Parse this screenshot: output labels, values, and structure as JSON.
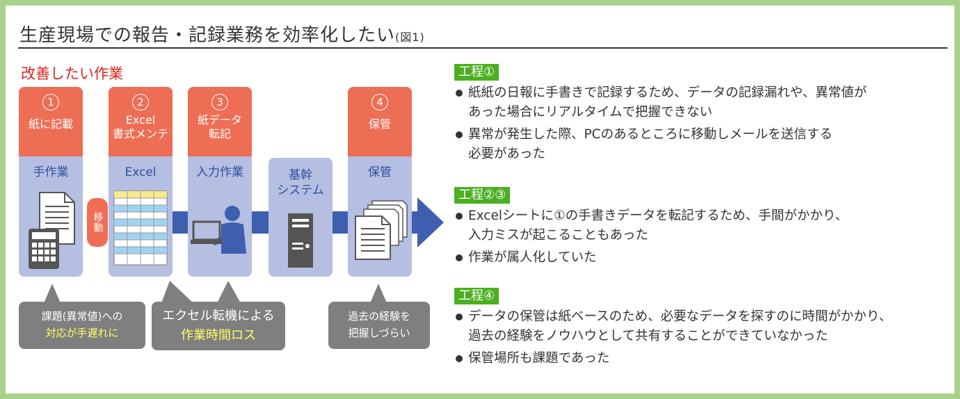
{
  "title": {
    "main": "生産現場での報告・記録業務を効率化したい",
    "sub": "(図1)"
  },
  "improve_label": "改善したい作業",
  "move_label": "移動",
  "columns": [
    {
      "num": "1",
      "head": "紙に記載",
      "body": "手作業",
      "icon": "paper-calculator-icon"
    },
    {
      "num": "2",
      "head": "Excel\n書式メンテ",
      "body": "Excel",
      "icon": "spreadsheet-icon"
    },
    {
      "num": "3",
      "head": "紙データ\n転記",
      "body": "入力作業",
      "icon": "person-computer-icon"
    },
    {
      "num": "",
      "head": "",
      "body": "基幹\nシステム",
      "icon": "server-icon"
    },
    {
      "num": "4",
      "head": "保管",
      "body": "保管",
      "icon": "document-stack-icon"
    }
  ],
  "issues": [
    {
      "line1": "課題(異常値)への",
      "line2": "対応が手遅れに"
    },
    {
      "line1": "エクセル転機による",
      "line2": "作業時間ロス"
    },
    {
      "line1": "過去の経験を",
      "line2": "把握しづらい"
    }
  ],
  "steps": [
    {
      "label": "工程①",
      "items": [
        "紙紙の日報に手書きで記録するため、データの記録漏れや、異常値が\nあった場合にリアルタイムで把握できない",
        "異常が発生した際、PCのあるところに移動しメールを送信する\n必要があった"
      ]
    },
    {
      "label": "工程②③",
      "items": [
        "Excelシートに①の手書きデータを転記するため、手間がかかり、\n入力ミスが起こることもあった",
        "作業が属人化していた"
      ]
    },
    {
      "label": "工程④",
      "items": [
        "データの保管は紙ベースのため、必要なデータを探すのに時間がかかり、\n過去の経験をノウハウとして共有することができていなかった",
        "保管場所も課題であった"
      ]
    }
  ],
  "colors": {
    "background": "#a9d18e",
    "head": "#ee6e55",
    "column_body": "#b4bfe1",
    "flow_arrow": "#3e5fb0",
    "issue_box": "#7f7f7f",
    "highlight": "#ffff66",
    "step_label": "#4caf22",
    "improve_text": "#d9261c"
  }
}
